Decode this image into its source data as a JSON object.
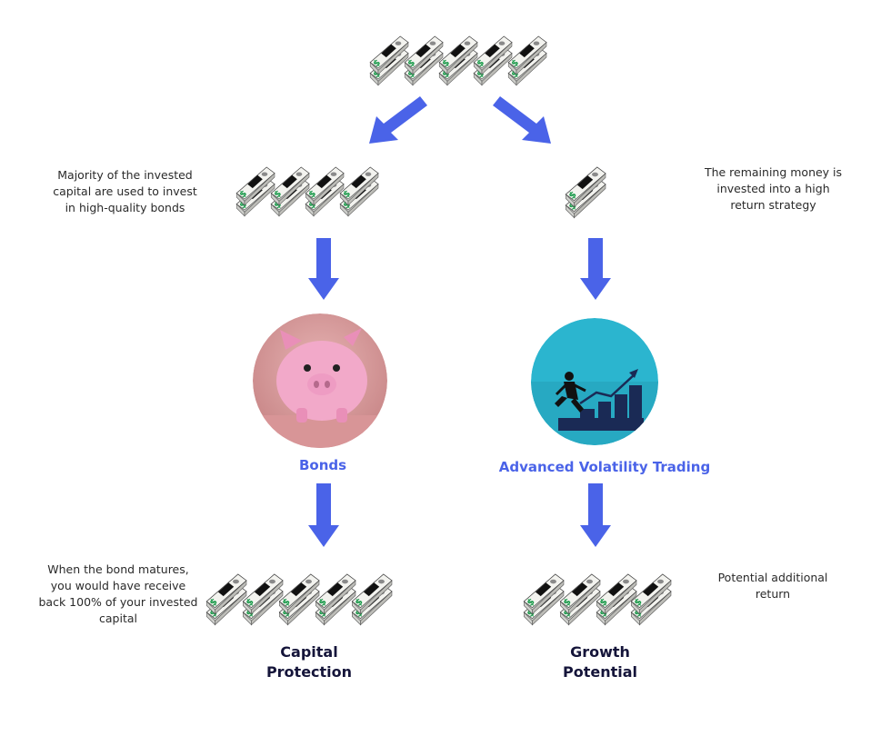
{
  "notes": {
    "bonds_intro": "Majority of the invested capital are used to invest in high-quality bonds",
    "remaining_intro": "The remaining money is invested into a high return strategy",
    "bond_matures": "When the bond matures, you would have receive back 100% of your invested capital",
    "potential_return": "Potential additional return"
  },
  "labels": {
    "bonds": "Bonds",
    "volatility": "Advanced Volatility Trading",
    "capital_protection_1": "Capital",
    "capital_protection_2": "Protection",
    "growth_potential_1": "Growth",
    "growth_potential_2": "Potential"
  },
  "stacks": {
    "top_count": 5,
    "left_mid_count": 4,
    "right_mid_count": 1,
    "left_bottom_count": 5,
    "right_bottom_count": 4
  },
  "colors": {
    "arrow": "#4a63e8",
    "label_blue": "#4a63e8",
    "label_dark": "#15153a",
    "piggy_bg": "#d99a9c",
    "piggy": "#f2a9c9",
    "trading_bg": "#2bb5cf",
    "stairs": "#1a2a55"
  },
  "icons": [
    "money-stack-icon",
    "arrow-down-icon",
    "piggy-bank-icon",
    "trading-growth-icon"
  ]
}
